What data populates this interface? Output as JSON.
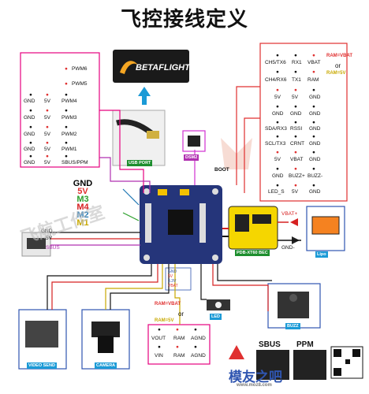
{
  "title": "飞控接线定义",
  "labels": {
    "betaflight": "BETAFLIGHT",
    "usb_port": "USB PORT",
    "dsm2": "DSM2",
    "boot": "BOOT",
    "video_send": "VIDEO SEND",
    "camera": "CAMERA",
    "led": "LED",
    "buzz": "BUZZ",
    "pdb": "PDB-XT60 BEC",
    "lipo": "Lipo",
    "vbat_plus": "VBAT+",
    "gnd_minus": "GND-",
    "sbus_left": "SBUS",
    "left_gnd": "GND",
    "left_5v": "5V",
    "ram_vbat": "RAM=VBAT",
    "or": "or",
    "ram_5v": "RAM=5V",
    "ram_vbat_bottom": "RAM=VBAT",
    "or_bottom": "or",
    "ram_5v_bottom": "RAM=5V",
    "sbus_bottom": "SBUS",
    "ppm_bottom": "PPM",
    "wm_site": "模友之吧",
    "wm_url": "www.moz8.com",
    "wm_left": "飞航工作室"
  },
  "pwm_panel": {
    "rows": [
      {
        "c1": "",
        "c2": "",
        "c3": "PWM6"
      },
      {
        "c1": "",
        "c2": "",
        "c3": "PWM5"
      },
      {
        "c1": "GND",
        "c2": "5V",
        "c3": "PWM4"
      },
      {
        "c1": "GND",
        "c2": "5V",
        "c3": "PWM3"
      },
      {
        "c1": "GND",
        "c2": "5V",
        "c3": "PWM2"
      },
      {
        "c1": "GND",
        "c2": "5V",
        "c3": "PWM1"
      },
      {
        "c1": "GND",
        "c2": "5V",
        "c3": "SBUS/PPM"
      }
    ]
  },
  "right_panel": {
    "rows": [
      {
        "a": "CH5/TX6",
        "b": "RX1",
        "c": "VBAT"
      },
      {
        "a": "CH4/RX6",
        "b": "TX1",
        "c": "RAM"
      },
      {
        "a": "5V",
        "b": "5V",
        "c": "GND"
      },
      {
        "a": "GND",
        "b": "GND",
        "c": "GND"
      },
      {
        "a": "SDA/RX3",
        "b": "RSSI",
        "c": "GND"
      },
      {
        "a": "SCL/TX3",
        "b": "CRNT",
        "c": "GND"
      },
      {
        "a": "5V",
        "b": "VBAT",
        "c": "GND"
      },
      {
        "a": "GND",
        "b": "BUZZ+",
        "c": "BUZZ-"
      },
      {
        "a": "LED_S",
        "b": "5V",
        "c": "GND"
      }
    ]
  },
  "motor_legend": [
    {
      "label": "GND",
      "color": "#111111"
    },
    {
      "label": "5V",
      "color": "#e03030"
    },
    {
      "label": "M3",
      "color": "#2ca02c"
    },
    {
      "label": "M4",
      "color": "#d62020"
    },
    {
      "label": "M2",
      "color": "#1f77b4"
    },
    {
      "label": "M1",
      "color": "#c8a800"
    }
  ],
  "video_panel": {
    "rows": [
      {
        "a": "VOUT",
        "b": "RAM",
        "c": "AGND"
      },
      {
        "a": "VIN",
        "b": "RAM",
        "c": "AGND"
      }
    ]
  },
  "board_side_labels": [
    {
      "text": "GND"
    },
    {
      "text": "5V"
    },
    {
      "text": "3.3V"
    },
    {
      "text": "VBAT"
    }
  ],
  "colors": {
    "accent_pink": "#e6007e",
    "accent_red": "#e03030",
    "tag_green": "#1d8e2e",
    "arrow_blue": "#1b9ad6"
  }
}
